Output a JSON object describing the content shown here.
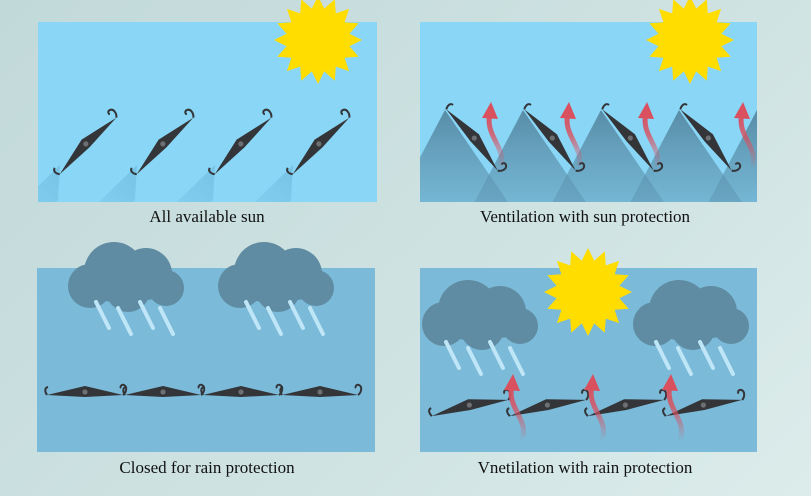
{
  "panels": [
    {
      "caption": "All available sun",
      "scene": "open-sun"
    },
    {
      "caption": "Ventilation with sun protection",
      "scene": "vent-sun"
    },
    {
      "caption": "Closed for rain protection",
      "scene": "closed-rain"
    },
    {
      "caption": "Vnetilation with rain protection",
      "scene": "vent-rain"
    }
  ],
  "colors": {
    "sky_sun": "#8ad6f6",
    "sky_rain": "#7bbad8",
    "louver": "#333538",
    "sun": "#ffdd00",
    "cloud": "#5f8ca3",
    "rain": "#bfe6f7",
    "airflow": "#d9505e"
  }
}
